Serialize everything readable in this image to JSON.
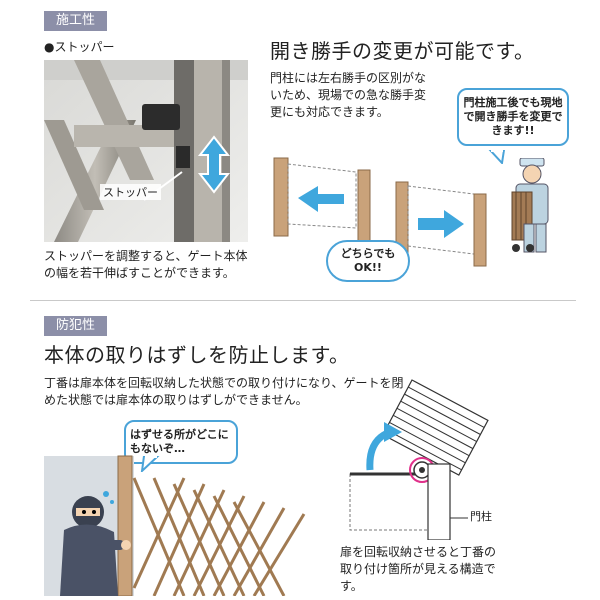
{
  "section1": {
    "tag": "施工性",
    "stopper_label": "●ストッパー",
    "stopper_callout": "ストッパー",
    "stopper_desc": "ストッパーを調整すると、ゲート本体の幅を若干伸ばすことができます。",
    "title": "開き勝手の変更が可能です。",
    "desc": "門柱には左右勝手の区別がないため、現場での急な勝手変更にも対応できます。",
    "bubble_worker": "門柱施工後でも現地で開き勝手を変更できます!!",
    "bubble_either": "どちらでもOK!!"
  },
  "section2": {
    "tag": "防犯性",
    "title": "本体の取りはずしを防止します。",
    "desc": "丁番は扉本体を回転収納した状態での取り付けになり、ゲートを閉めた状態では扉本体の取りはずしができません。",
    "bubble_thief": "はずせる所がどこにもないぞ…",
    "post_label": "門柱",
    "hinge_desc": "扉を回転収納させると丁番の取り付け箇所が見える構造です。"
  },
  "colors": {
    "tag_bg": "#8c8fa8",
    "bubble_border": "#4aa3d8",
    "arrow_blue": "#3fa7dd",
    "wood": "#c9a27a"
  }
}
